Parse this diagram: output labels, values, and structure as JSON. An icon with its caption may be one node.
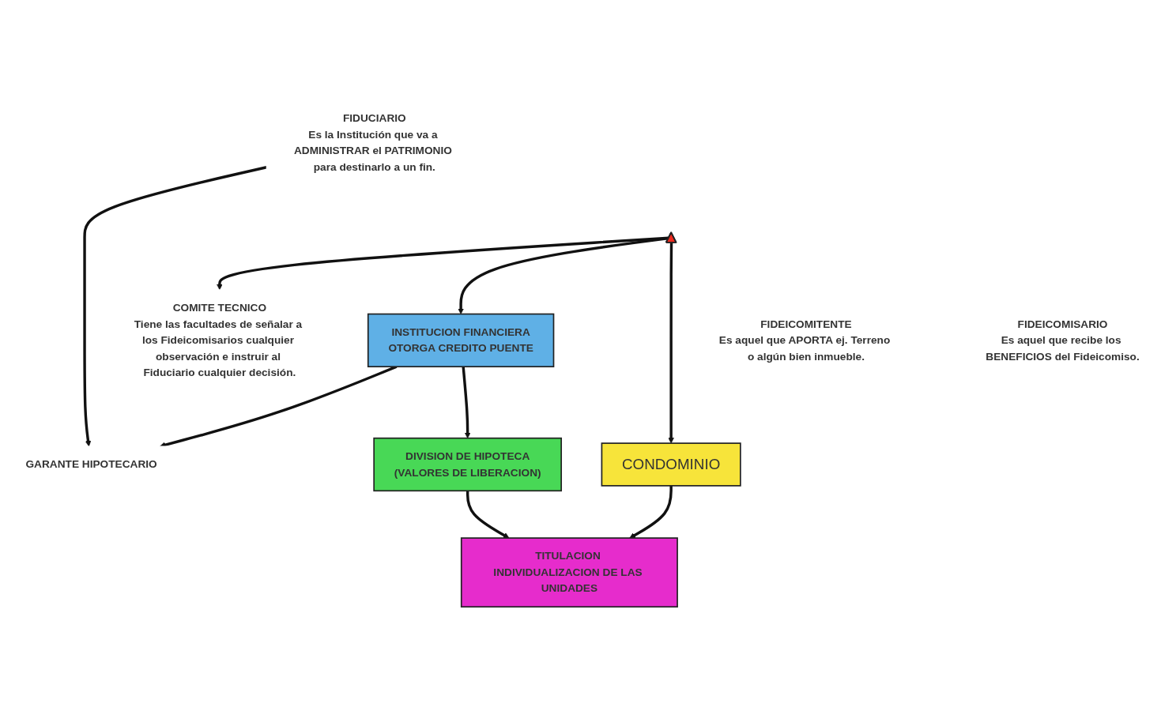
{
  "diagram": {
    "nodes": [
      {
        "text": [
          "FIDUCIARIO",
          "Es la Institución que va a ADMINISTRAR el PATRIMONIO para destinarlo a un fin."
        ]
      },
      {
        "text": [
          "GARANTE HIPOTECARIO"
        ]
      },
      {
        "text": [],
        "shape": "triangle"
      },
      {
        "text": [
          "COMITE TECNICO",
          "Tiene las facultades de señalar a los Fideicomisarios cualquier observación e instruir al Fiduciario cualquier decisión."
        ]
      },
      {
        "text": [
          "INSTITUCION FINANCIERA",
          "OTORGA CREDITO PUENTE"
        ]
      },
      {
        "text": [
          "FIDEICOMITENTE",
          "Es aquel que APORTA ej. Terreno o algún bien inmueble."
        ]
      },
      {
        "text": [
          "FIDEICOMISARIO",
          "Es aquel que recibe los BENEFICIOS del Fideicomiso."
        ]
      },
      {
        "text": [
          "CONDOMINIO"
        ]
      },
      {
        "text": [
          "TITULACION INDIVIDUALIZACION DE LAS UNIDADES"
        ]
      },
      {
        "text": [
          "DIVISION DE HIPOTECA",
          "(VALORES DE LIBERACION)"
        ]
      }
    ],
    "edges": [
      {
        "from": 0,
        "to": 1,
        "arrow": "to"
      },
      {
        "from": 2,
        "to": 3,
        "arrow": "to"
      },
      {
        "from": 2,
        "to": 4,
        "arrow": "to"
      },
      {
        "from": 4,
        "to": 1,
        "arrow": "to"
      },
      {
        "from": 4,
        "to": 9,
        "arrow": "to"
      },
      {
        "from": 2,
        "to": 7,
        "arrow": "to"
      },
      {
        "from": 7,
        "to": 8,
        "arrow": "to"
      },
      {
        "from": 9,
        "to": 8,
        "arrow": "to"
      }
    ]
  }
}
